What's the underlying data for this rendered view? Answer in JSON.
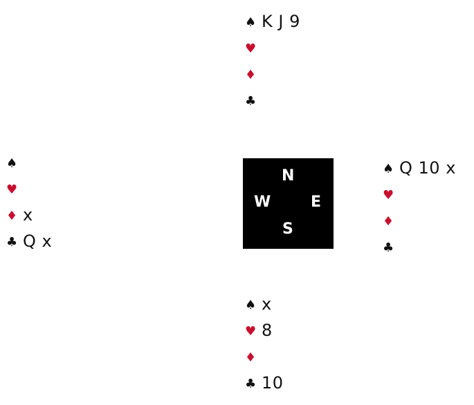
{
  "symbols": {
    "spades": "♠",
    "hearts": "♥",
    "diamonds": "♦",
    "clubs": "♣"
  },
  "compass": {
    "north": "N",
    "west": "W",
    "east": "E",
    "south": "S"
  },
  "hands": {
    "north": {
      "spades": "K J 9",
      "hearts": "",
      "diamonds": "",
      "clubs": ""
    },
    "west": {
      "spades": "",
      "hearts": "",
      "diamonds": "x",
      "clubs": "Q x"
    },
    "east": {
      "spades": "Q 10 x",
      "hearts": "",
      "diamonds": "",
      "clubs": ""
    },
    "south": {
      "spades": "x",
      "hearts": "8",
      "diamonds": "",
      "clubs": "10"
    }
  },
  "colors": {
    "red_suit": "#c8102e",
    "black_suit": "#111111",
    "compass_bg": "#000000",
    "compass_text": "#ffffff"
  }
}
